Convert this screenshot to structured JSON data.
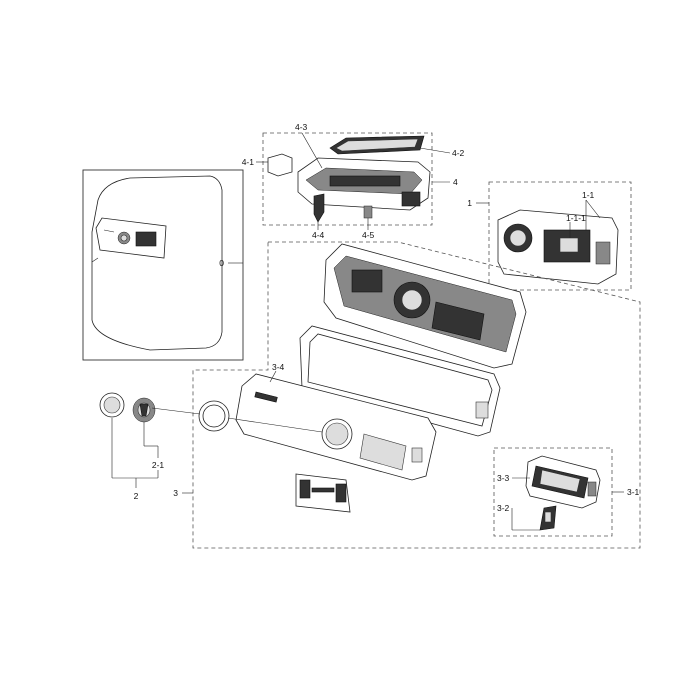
{
  "labels": {
    "l0": "0",
    "l1": "1",
    "l1_1": "1-1",
    "l1_1_1": "1-1-1",
    "l2": "2",
    "l2_1": "2-1",
    "l3": "3",
    "l3_1": "3-1",
    "l3_2": "3-2",
    "l3_3": "3-3",
    "l3_4": "3-4",
    "l4": "4",
    "l4_1": "4-1",
    "l4_2": "4-2",
    "l4_3": "4-3",
    "l4_4": "4-4",
    "l4_5": "4-5"
  }
}
